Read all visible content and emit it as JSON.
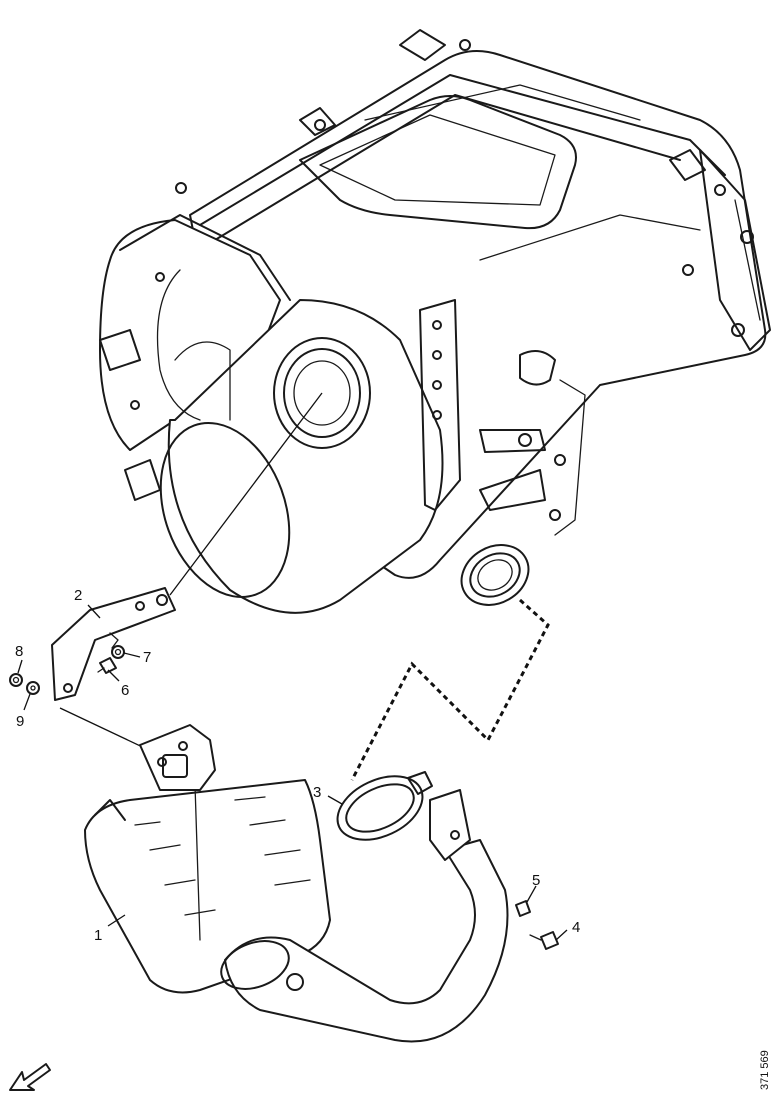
{
  "callouts": {
    "c1": "1",
    "c2": "2",
    "c3": "3",
    "c4": "4",
    "c5": "5",
    "c6": "6",
    "c7": "7",
    "c8": "8",
    "c9": "9"
  },
  "document_number": "371 569",
  "colors": {
    "line": "#1a1a1a",
    "background": "#ffffff"
  },
  "icons": {
    "direction_arrow": "arrow-down-left-icon"
  }
}
